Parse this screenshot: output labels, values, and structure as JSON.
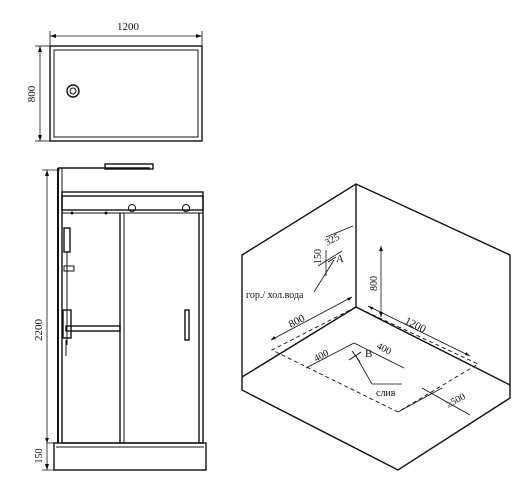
{
  "top_view": {
    "width_label": "1200",
    "depth_label": "800"
  },
  "front_view": {
    "height_label": "2200",
    "base_label": "150"
  },
  "room_view": {
    "label_325": "325",
    "label_150": "150",
    "point_a": "A",
    "label_800_height": "800",
    "water_label": "гор./ хол.вода",
    "label_800": "800",
    "label_1200": "1200",
    "label_400_left": "400",
    "point_b": "B",
    "label_400_right": "400",
    "drain_label": "слив",
    "label_500": "≥500"
  }
}
